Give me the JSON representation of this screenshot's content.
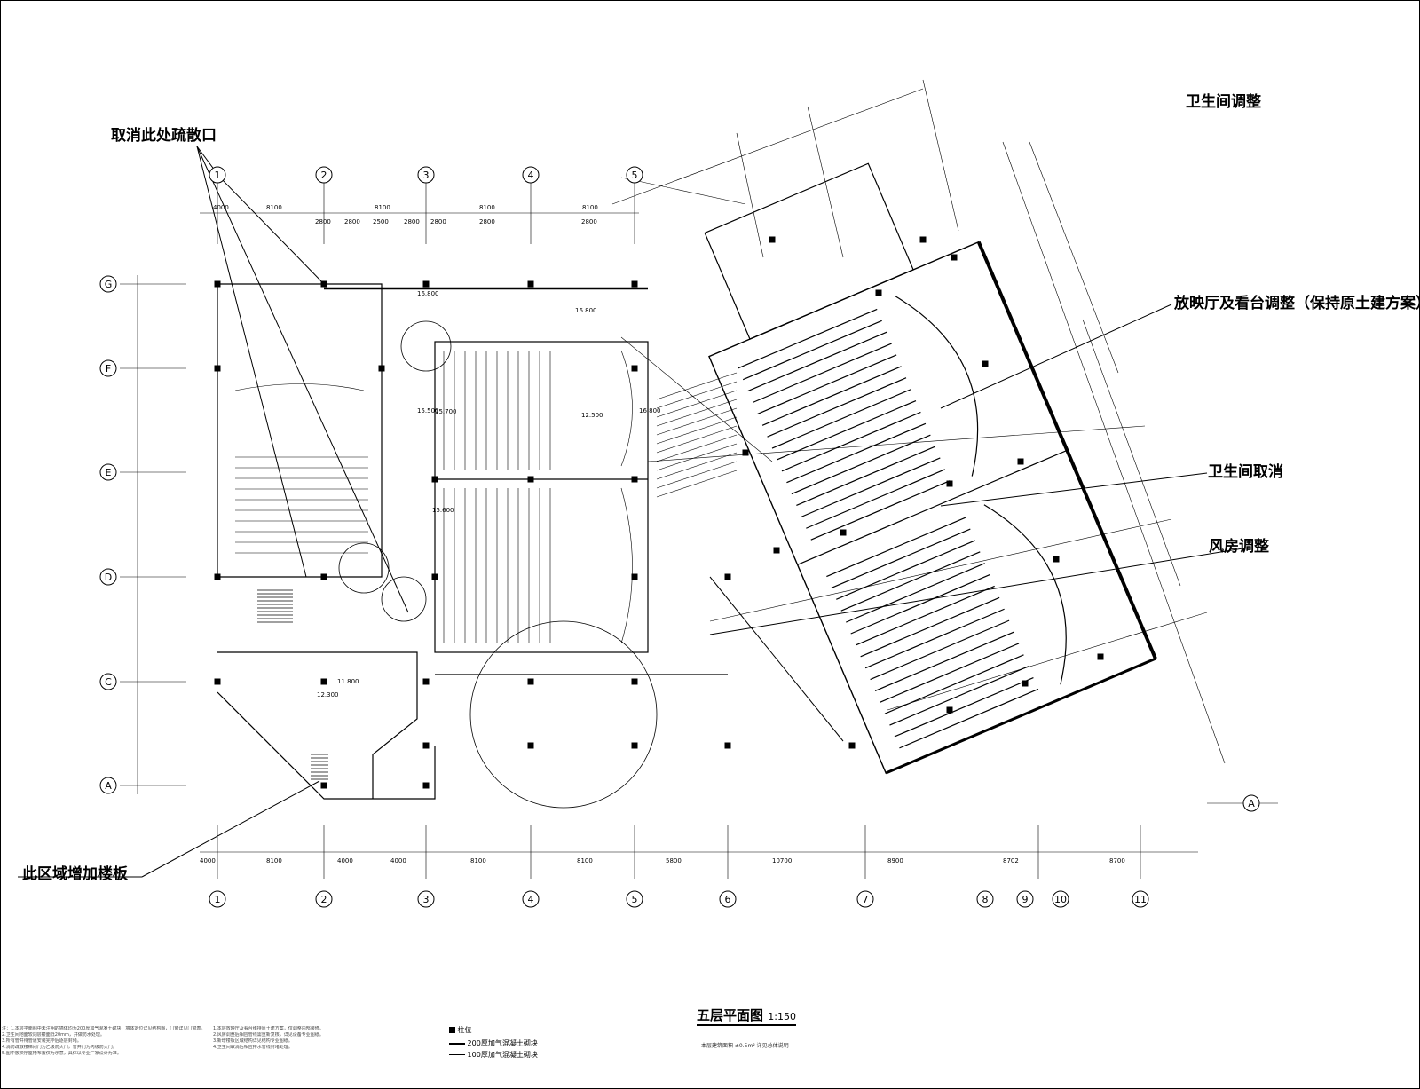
{
  "drawing": {
    "title": "五层平面图",
    "scale": "1:150",
    "subnote": "本层建筑面积 ±0.5m² 详见总体说明"
  },
  "callouts": {
    "evac_exit": "取消此处疏散口",
    "toilet_adjust_top": "卫生间调整",
    "lobby": "放映厅及看台调整（保持原土建方案）",
    "toilet_cancel": "卫生间取消",
    "air_room": "风房调整",
    "slab_area": "此区域增加楼板"
  },
  "axes": {
    "bottom": [
      "1",
      "2",
      "3",
      "4",
      "5",
      "6",
      "7",
      "8",
      "9",
      "10",
      "11"
    ],
    "left": [
      "G",
      "F",
      "E",
      "D",
      "C",
      "A"
    ],
    "right": [
      "A"
    ]
  },
  "dimensions": {
    "top_row": [
      "4000",
      "8100",
      "8100",
      "8100",
      "8100"
    ],
    "bottom_row": [
      "4000",
      "8100",
      "4000",
      "4000",
      "8100",
      "8100",
      "5800",
      "10700",
      "8900",
      "8702",
      "8700"
    ],
    "top_sub": [
      "2800",
      "2800",
      "2500",
      "2800",
      "2800",
      "2800",
      "2800"
    ]
  },
  "elevations": [
    "16.800",
    "15.500",
    "16.800",
    "15.700",
    "15.600",
    "12.500",
    "11.800",
    "12.300",
    "16.800"
  ],
  "legend": {
    "item1": "柱位",
    "item2": "200厚加气混凝土砌块",
    "item3": "100厚加气混凝土砌块"
  },
  "notes": [
    "注：1.本层平面图中未注明的墙体均为200厚加气混凝土砌块，墙体定位详见结构图，门窗详见门窗表。",
    "2.卫生间地面较同层楼面低20mm，并做防水处理。",
    "3.所有管井待管道安装完毕后逐层封堵。",
    "4.消防疏散楼梯间门为乙级防火门，管井门为丙级防火门。",
    "5.图中放映厅座椅布置仅为示意，具体以专业厂家设计为准。"
  ],
  "notes_right": [
    "1.本层放映厅及看台维持原土建方案，仅调整内部装修。",
    "2.风房调整后相应管线需重新复核，详见设备专业图纸。",
    "3.新增楼板区域结构详见结构专业图纸。",
    "4.卫生间取消后相应排水管线封堵处理。"
  ],
  "colors": {
    "line": "#000000",
    "background": "#ffffff"
  }
}
